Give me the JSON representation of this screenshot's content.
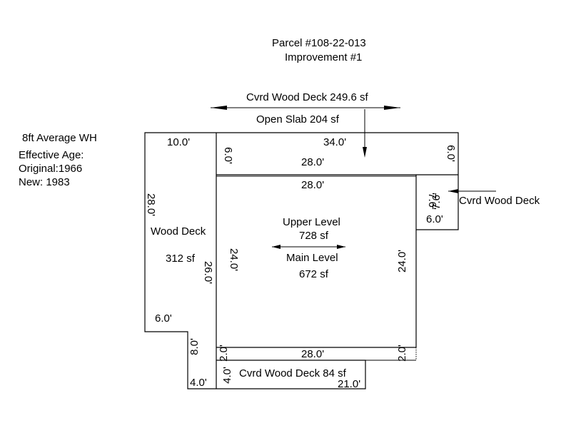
{
  "header": {
    "parcel": "Parcel #108-22-013",
    "improvement": "Improvement #1"
  },
  "info": {
    "wall_height": "8ft Average WH",
    "effective_age": "Effective Age:",
    "original": "Original:1966",
    "new": "New: 1983"
  },
  "areas": {
    "top_deck": "Cvrd Wood Deck  249.6 sf",
    "open_slab": "Open Slab  204 sf",
    "right_deck": "Cvrd Wood Deck",
    "wood_deck_name": "Wood Deck",
    "wood_deck_area": "312 sf",
    "upper_level": "Upper Level",
    "upper_area": "728 sf",
    "main_level": "Main Level",
    "main_area": "672 sf",
    "bottom_deck": "Cvrd Wood Deck 84 sf"
  },
  "dims": {
    "d_10": "10.0'",
    "d_34": "34.0'",
    "d_6_left": "6.0'",
    "d_28_upper": "28.0'",
    "d_6_right": "6.0'",
    "d_28_mid": "28.0'",
    "d_28_left": "28.0'",
    "d_7_6a": "7.6'",
    "d_7_6b": "7.6'",
    "d_6_small": "6.0'",
    "d_24_left": "24.0'",
    "d_26": "26.0'",
    "d_24_right": "24.0'",
    "d_6_bottom": "6.0'",
    "d_8": "8.0'",
    "d_2_left": "2.0'",
    "d_28_bottom": "28.0'",
    "d_2_right": "2.0'",
    "d_4_vert": "4.0'",
    "d_4": "4.0'",
    "d_21": "21.0'"
  }
}
